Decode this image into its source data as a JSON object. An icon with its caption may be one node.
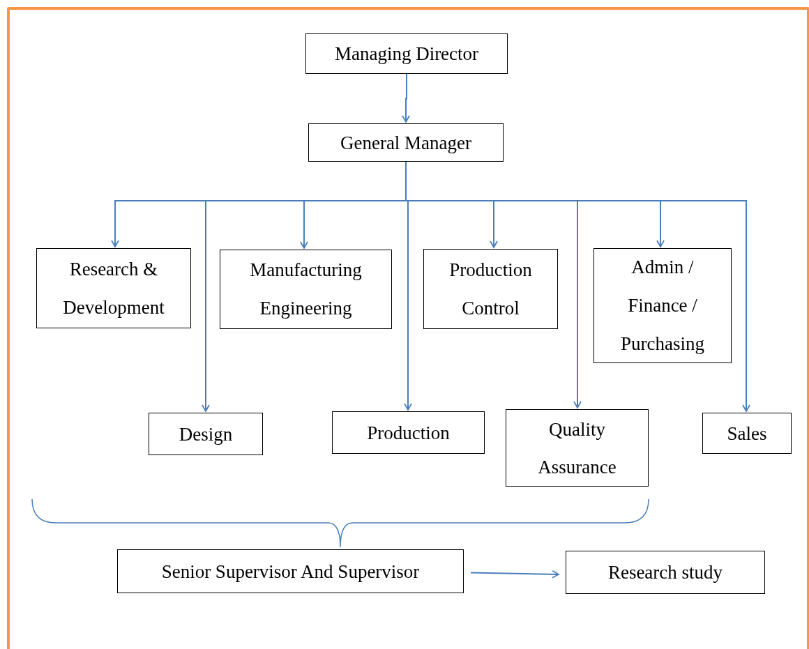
{
  "diagram": {
    "nodes": [
      {
        "text": [
          "Managing Director"
        ]
      },
      {
        "text": [
          "General Manager"
        ]
      },
      {
        "text": [
          "Research & Development"
        ]
      },
      {
        "text": [
          "Design"
        ]
      },
      {
        "text": [
          "Manufacturing Engineering"
        ]
      },
      {
        "text": [
          "Production"
        ]
      },
      {
        "text": [
          "Production Control"
        ]
      },
      {
        "text": [
          "Quality Assurance"
        ]
      },
      {
        "text": [
          "Admin / Finance / Purchasing"
        ]
      },
      {
        "text": [
          "Sales"
        ]
      },
      {
        "text": [
          "Senior Supervisor And Supervisor"
        ]
      },
      {
        "text": [
          "Research study"
        ]
      }
    ],
    "edges": [
      {
        "from": 0,
        "to": 1,
        "arrow": "to"
      },
      {
        "from": 1,
        "to": 2,
        "arrow": "to"
      },
      {
        "from": 1,
        "to": 3,
        "arrow": "to"
      },
      {
        "from": 1,
        "to": 4,
        "arrow": "to"
      },
      {
        "from": 1,
        "to": 5,
        "arrow": "to"
      },
      {
        "from": 1,
        "to": 6,
        "arrow": "to"
      },
      {
        "from": 1,
        "to": 7,
        "arrow": "to"
      },
      {
        "from": 1,
        "to": 8,
        "arrow": "to"
      },
      {
        "from": 1,
        "to": 9,
        "arrow": "to"
      },
      {
        "from": 10,
        "to": 11,
        "arrow": "to"
      }
    ]
  }
}
